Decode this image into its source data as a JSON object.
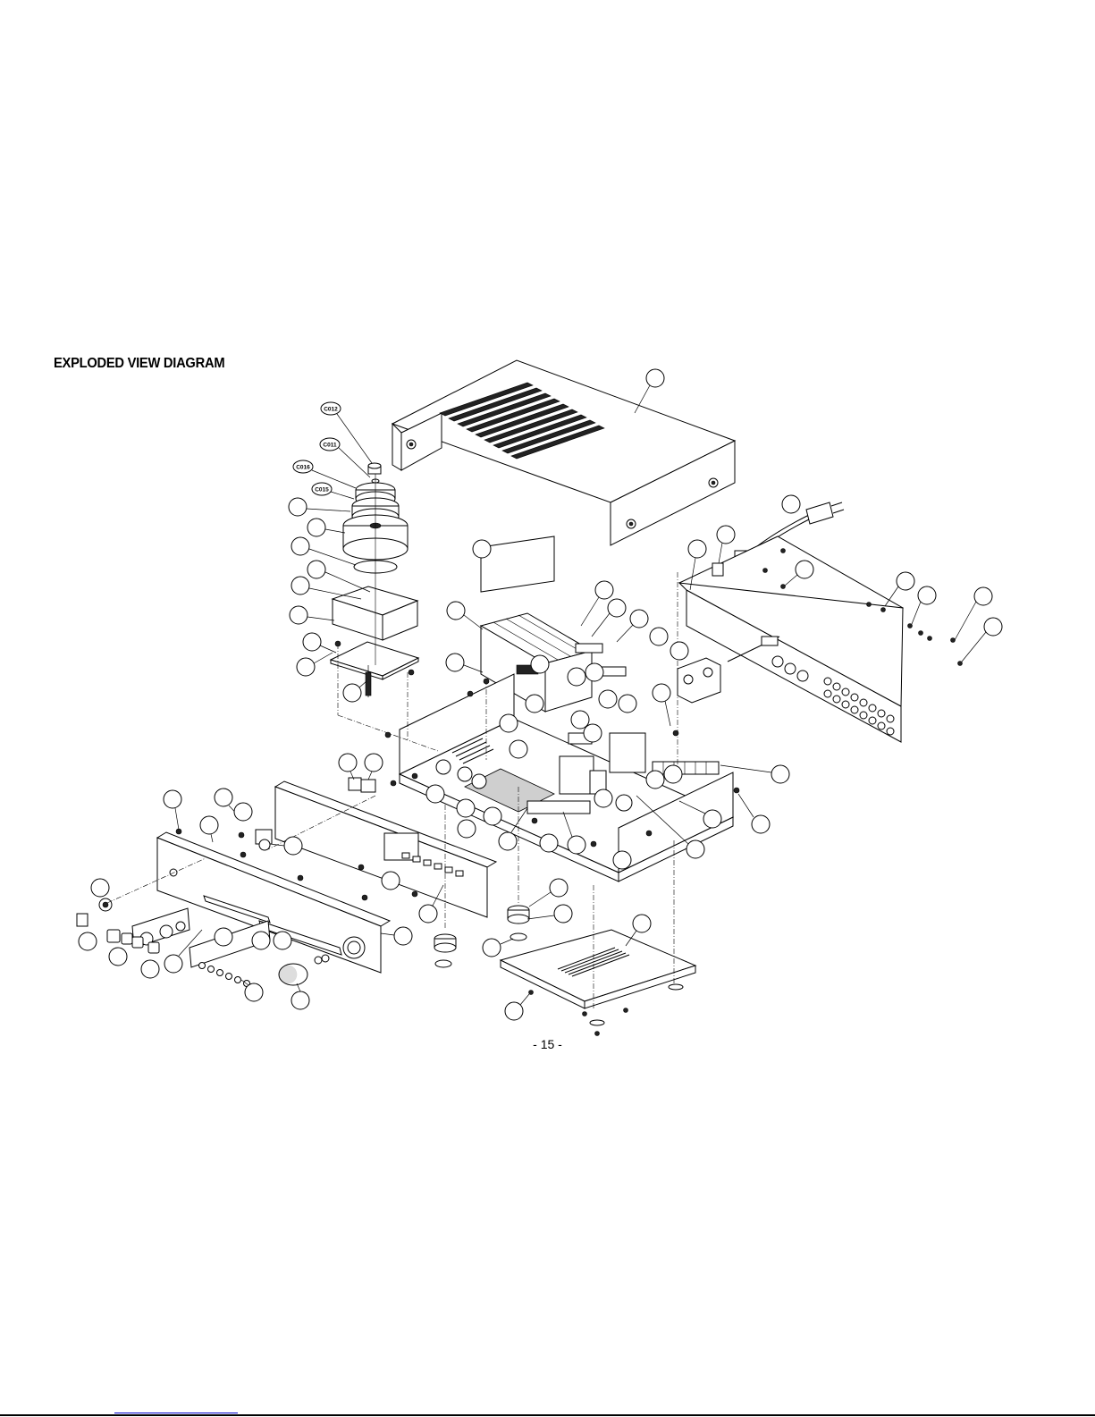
{
  "page": {
    "title": "EXPLODED VIEW  DIAGRAM",
    "page_number": "- 15 -"
  },
  "diagram": {
    "part_codes": [
      "C012",
      "C011",
      "C016",
      "C015"
    ]
  }
}
